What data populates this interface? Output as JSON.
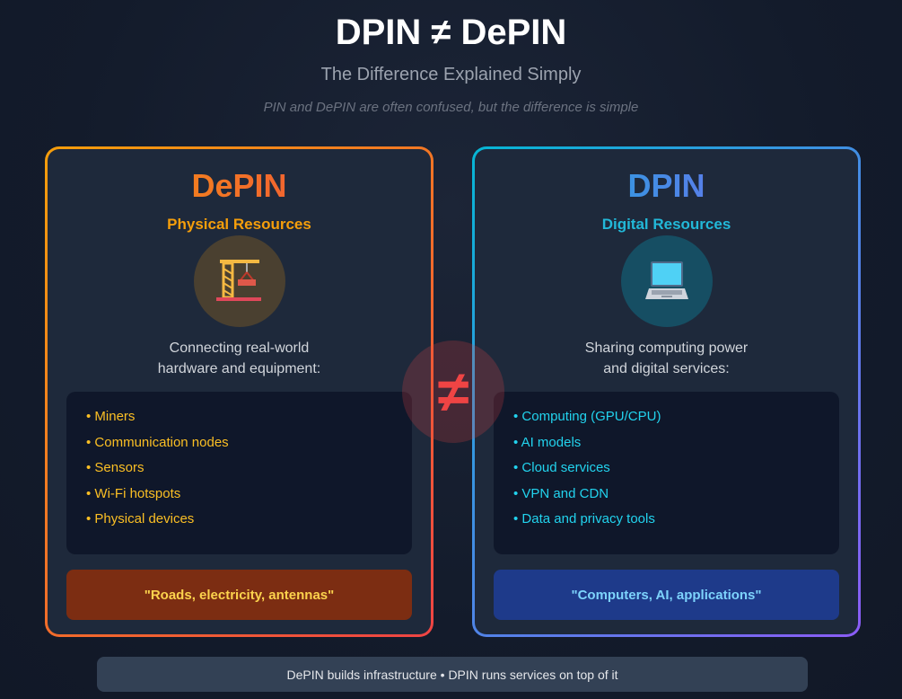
{
  "header": {
    "title": "DPIN ≠ DePIN",
    "subtitle": "The Difference Explained Simply",
    "tagline": "PIN and DePIN are often confused, but the difference is simple"
  },
  "depin": {
    "title": "DePIN",
    "subtitle": "Physical Resources",
    "icon": "construction-crane-icon",
    "description_line1": "Connecting real-world",
    "description_line2": "hardware and equipment:",
    "items": [
      "• Miners",
      "• Communication nodes",
      "• Sensors",
      "• Wi-Fi hotspots",
      "• Physical devices"
    ],
    "quote": "\"Roads, electricity, antennas\""
  },
  "dpin": {
    "title": "DPIN",
    "subtitle": "Digital Resources",
    "icon": "laptop-icon",
    "description_line1": "Sharing computing power",
    "description_line2": "and digital services:",
    "items": [
      "• Computing (GPU/CPU)",
      "• AI models",
      "• Cloud services",
      "• VPN and CDN",
      "• Data and privacy tools"
    ],
    "quote": "\"Computers, AI, applications\""
  },
  "divider": {
    "symbol": "≠"
  },
  "footer": {
    "text": "DePIN builds infrastructure • DPIN runs services on top of it"
  }
}
